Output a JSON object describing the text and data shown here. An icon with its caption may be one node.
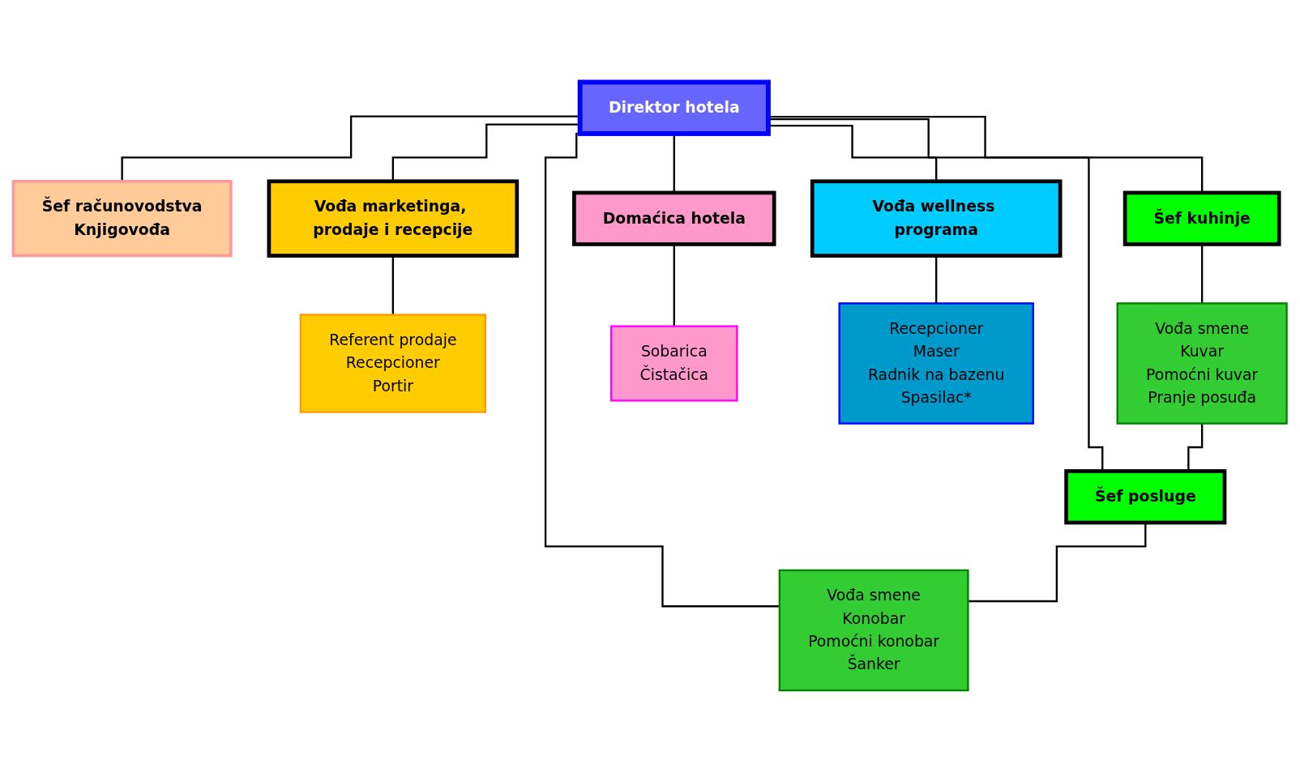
{
  "diagram": {
    "nodes": [
      {
        "text": [
          "Direktor hotela"
        ]
      },
      {
        "text": [
          "Šef računovodstva",
          "Knjigovođa"
        ]
      },
      {
        "text": [
          "Vođa marketinga, prodaje i recepcije"
        ]
      },
      {
        "text": [
          "Referent prodaje",
          "Recepcioner",
          "Portir"
        ]
      },
      {
        "text": [
          "Šef kuhinje"
        ]
      },
      {
        "text": [
          "Vođa smene",
          "Kuvar",
          "Pomoćni kuvar",
          "Pranje posuđa"
        ]
      },
      {
        "text": [
          "Šef posluge"
        ]
      },
      {
        "text": [
          "Vođa smene",
          "Konobar",
          "Pomoćni konobar",
          "Šanker"
        ]
      },
      {
        "text": [
          "Domaćica hotela"
        ]
      },
      {
        "text": [
          "Sobarica",
          "Čistačica"
        ]
      },
      {
        "text": [
          "Vođa wellness programa"
        ]
      },
      {
        "text": [
          "Recepcioner",
          "Maser",
          "Radnik na bazenu",
          "Spasilac*"
        ]
      }
    ],
    "edges": [
      {
        "from": 0,
        "to": 1,
        "arrow": "none"
      },
      {
        "from": 0,
        "to": 2,
        "arrow": "none"
      },
      {
        "from": 0,
        "to": 4,
        "arrow": "none"
      },
      {
        "from": 0,
        "to": 6,
        "arrow": "none"
      },
      {
        "from": 0,
        "to": 7,
        "arrow": "none"
      },
      {
        "from": 0,
        "to": 8,
        "arrow": "none"
      },
      {
        "from": 0,
        "to": 10,
        "arrow": "none"
      },
      {
        "from": 2,
        "to": 3,
        "arrow": "none"
      },
      {
        "from": 4,
        "to": 5,
        "arrow": "none"
      },
      {
        "from": 5,
        "to": 6,
        "arrow": "none"
      },
      {
        "from": 6,
        "to": 7,
        "arrow": "none"
      },
      {
        "from": 8,
        "to": 9,
        "arrow": "none"
      },
      {
        "from": 10,
        "to": 11,
        "arrow": "none"
      }
    ]
  }
}
